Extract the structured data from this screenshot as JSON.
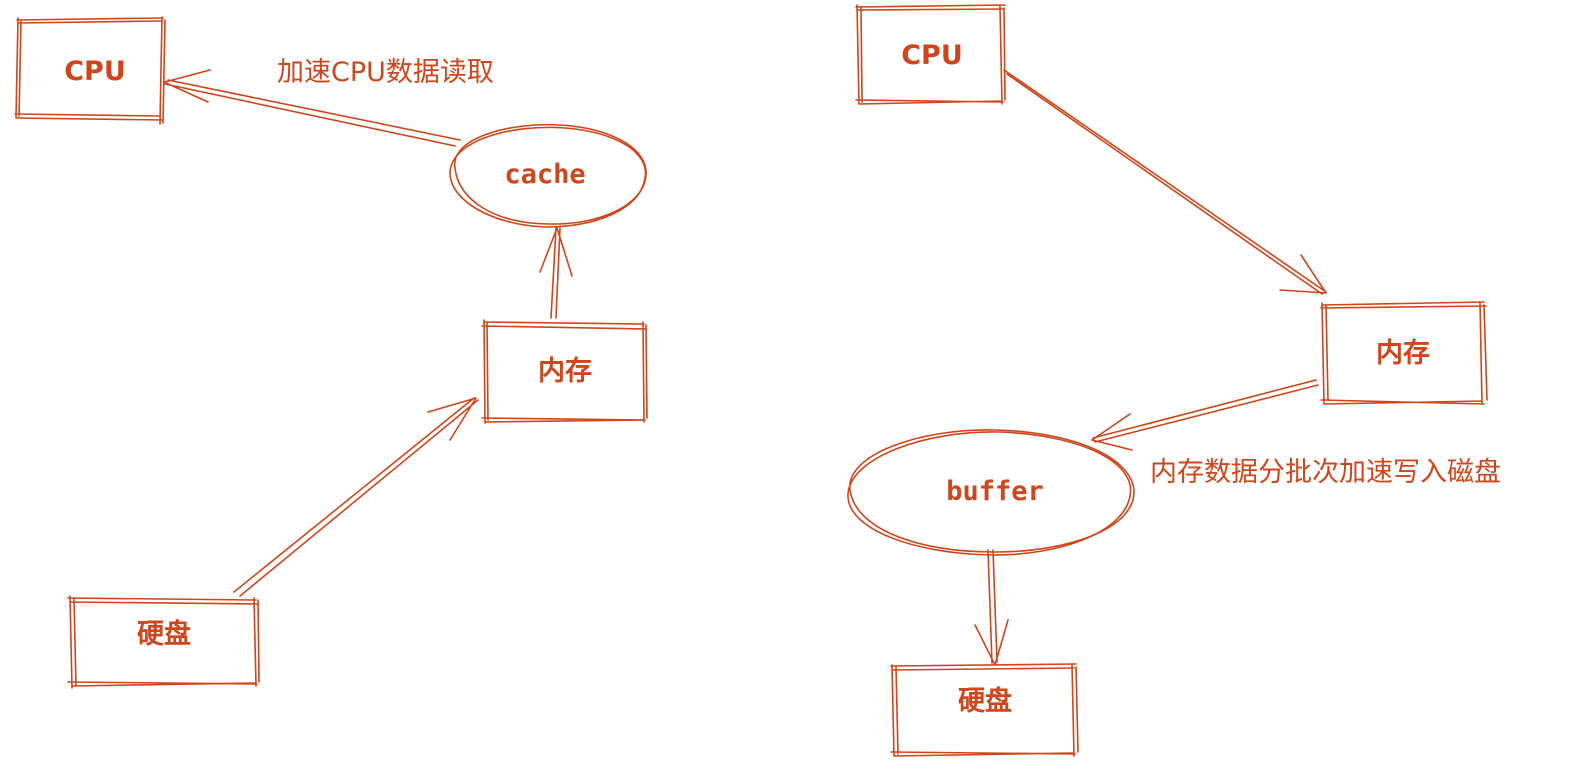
{
  "colors": {
    "ink": "#d0451b",
    "background": "#ffffff"
  },
  "left": {
    "cpu": "CPU",
    "cache": "cache",
    "memory": "内存",
    "disk": "硬盘",
    "note": "加速CPU数据读取"
  },
  "right": {
    "cpu": "CPU",
    "memory": "内存",
    "buffer": "buffer",
    "disk": "硬盘",
    "note": "内存数据分批次加速写入磁盘"
  }
}
